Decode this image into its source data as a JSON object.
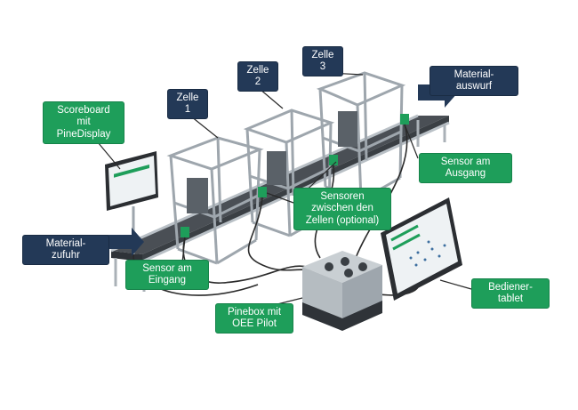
{
  "labels": {
    "zelle1": "Zelle\n1",
    "zelle2": "Zelle\n2",
    "zelle3": "Zelle\n3",
    "materialauswurf": "Material-\nauswurf",
    "materialzufuhr": "Material-\nzufuhr",
    "scoreboard": "Scoreboard\nmit\nPineDisplay",
    "sensor_ausgang": "Sensor am\nAusgang",
    "sensoren_zwischen": "Sensoren\nzwischen den\nZellen (optional)",
    "sensor_eingang": "Sensor am\nEingang",
    "pinebox": "Pinebox mit\nOEE Pilot",
    "bedienertablet": "Bediener-\ntablet"
  },
  "colors": {
    "dark_label": "#233957",
    "green_label": "#1e9e5a",
    "frame": "#9ea6ad",
    "conveyor": "#3a3f44",
    "cable": "#2a2a2a"
  }
}
